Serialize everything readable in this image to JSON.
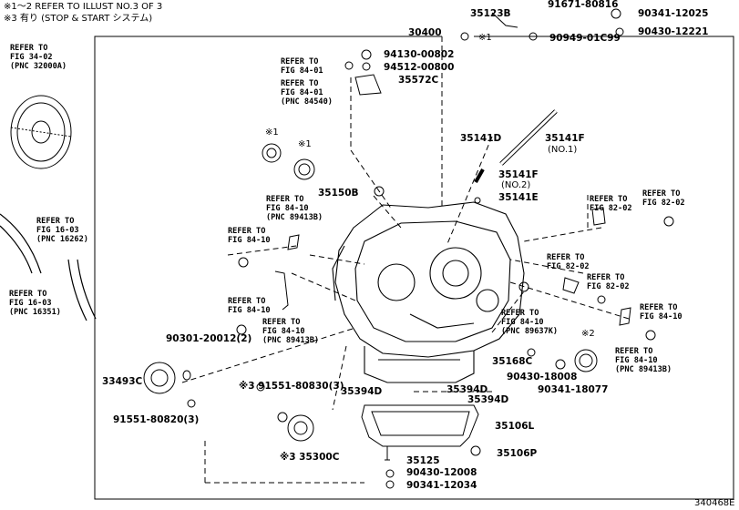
{
  "notes": {
    "refer_illust": "※1～2 REFER TO ILLUST NO.3 OF 3",
    "stop_start": "※3 有り (STOP & START システム)"
  },
  "mark1": "※1",
  "mark2": "※2",
  "illustration_id": "340468E",
  "parts": {
    "p30400": "30400",
    "p35123B": "35123B",
    "p91671_80816": "91671-80816",
    "p90341_12025": "90341-12025",
    "p90949_01C99": "90949-01C99",
    "p90430_12221": "90430-12221",
    "p94130_00802": "94130-00802",
    "p94512_00800": "94512-00800",
    "p35572C": "35572C",
    "p35141D": "35141D",
    "p35141F": "35141F",
    "p35141F_no1": "(NO.1)",
    "p35141F_b": "35141F",
    "p35141F_no2": "(NO.2)",
    "p35141E": "35141E",
    "p35150B": "35150B",
    "p90301_20012": "90301-20012(2)",
    "p33493C": "33493C",
    "p91551_80820": "91551-80820(3)",
    "p91551_80830": "※3 91551-80830(3)",
    "p35300C": "※3 35300C",
    "p35394D_a": "35394D",
    "p35394D_b": "35394D",
    "p35394D_c": "35394D",
    "p35168C": "35168C",
    "p90430_18008": "90430-18008",
    "p90341_18077": "90341-18077",
    "p35106L": "35106L",
    "p35106P": "35106P",
    "p35125": "35125",
    "p90430_12008": "90430-12008",
    "p90341_12034": "90341-12034"
  },
  "refs": {
    "r_fig34": "REFER TO\nFIG 34-02\n(PNC 32000A)",
    "r_fig16_a": "REFER TO\nFIG 16-03\n(PNC 16262)",
    "r_fig16_b": "REFER TO\nFIG 16-03\n(PNC 16351)",
    "r_fig84_01_a": "REFER TO\nFIG 84-01",
    "r_fig84_01_b": "REFER TO\nFIG 84-01\n(PNC 84540)",
    "r_fig84_10_a": "REFER TO\nFIG 84-10\n(PNC 89413B)",
    "r_fig84_10_b": "REFER TO\nFIG 84-10",
    "r_fig84_10_c": "REFER TO\nFIG 84-10",
    "r_fig84_10_d": "REFER TO\nFIG 84-10\n(PNC 89413B)",
    "r_fig82_a": "REFER TO\nFIG 82-02",
    "r_fig82_b": "REFER TO\nFIG 82-02",
    "r_fig82_c": "REFER TO\nFIG 82-02",
    "r_fig82_d": "REFER TO\nFIG 82-02",
    "r_fig84_10_e": "REFER TO\nFIG 84-10\n(PNC 89637K)",
    "r_fig84_10_f": "REFER TO\nFIG 84-10",
    "r_fig84_10_g": "REFER TO\nFIG 84-10\n(PNC 89413B)"
  }
}
